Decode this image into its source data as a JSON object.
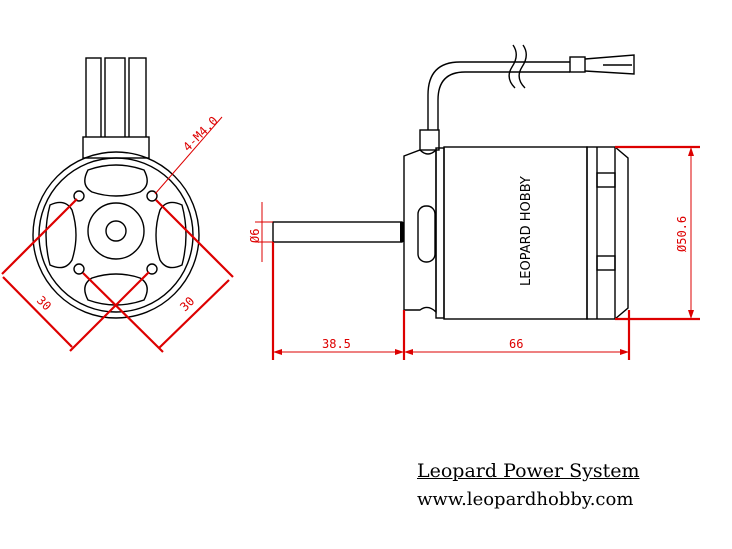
{
  "front_view": {
    "hole_label": "4-M4.0",
    "dim_left": "30",
    "dim_right": "30"
  },
  "side_view": {
    "brand_text": "LEOPARD HOBBY",
    "shaft_diameter": "Ø6",
    "shaft_length": "38.5",
    "body_length": "66",
    "body_diameter": "Ø50.6"
  },
  "footer": {
    "title": "Leopard Power System",
    "website": "www.leopardhobby.com"
  },
  "colors": {
    "dimension": "#dd0000",
    "outline": "#000000"
  }
}
